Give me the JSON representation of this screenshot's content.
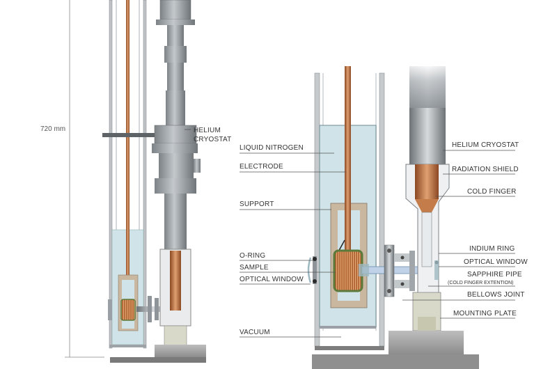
{
  "dimension": {
    "label": "720 mm"
  },
  "left_labels": {
    "helium_cryostat_1": "HELIUM",
    "helium_cryostat_2": "CRYOSTAT"
  },
  "detail_labels": {
    "liquid_nitrogen": "LIQUID NITROGEN",
    "electrode": "ELECTRODE",
    "support": "SUPPORT",
    "o_ring": "O-RING",
    "sample": "SAMPLE",
    "optical_window_left": "OPTICAL WINDOW",
    "vacuum": "VACUUM",
    "helium_cryostat": "HELIUM CRYOSTAT",
    "radiation_shield": "RADIATION SHIELD",
    "cold_finger": "COLD FINGER",
    "indium_ring": "INDIUM RING",
    "optical_window_right": "OPTICAL WINDOW",
    "sapphire_pipe": "SAPPHIRE PIPE",
    "sapphire_pipe_note": "(COLD FINGER EXTENTION)",
    "bellows_joint": "BELLOWS JOINT",
    "mounting_plate": "MOUNTING PLATE"
  },
  "colors": {
    "steel": "#9aa0a5",
    "steel_dark": "#6d7378",
    "liquid": "#cfe3e8",
    "copper": "#b86a3c",
    "sample_green": "#5c7a3a",
    "plate": "#a9a9a9",
    "support": "#c9b7a0"
  }
}
